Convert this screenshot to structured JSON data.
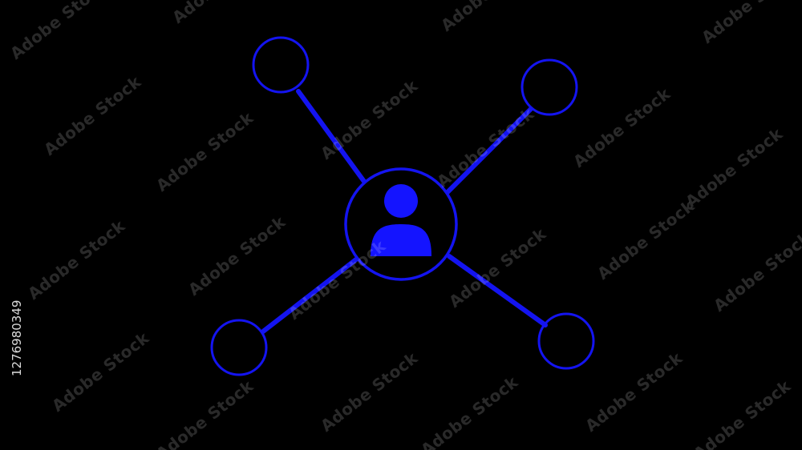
{
  "diagram": {
    "colors": {
      "background": "#000000",
      "stroke": "#1414f0",
      "icon_fill": "#1414ff"
    },
    "center_node": {
      "icon": "user-icon"
    },
    "satellite_nodes": [
      "top-left",
      "top-right",
      "bottom-left",
      "bottom-right"
    ]
  },
  "watermark": {
    "text": "Adobe Stock",
    "id": "1276980349"
  }
}
